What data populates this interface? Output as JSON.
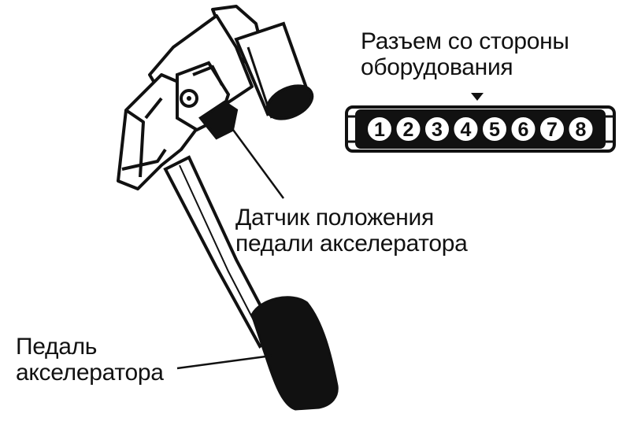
{
  "labels": {
    "connector": [
      "Разъем со стороны",
      "оборудования"
    ],
    "sensor": [
      "Датчик положения",
      "педали акселератора"
    ],
    "pedal": [
      "Педаль",
      "акселератора"
    ]
  },
  "connector_pins": [
    "1",
    "2",
    "3",
    "4",
    "5",
    "6",
    "7",
    "8"
  ]
}
